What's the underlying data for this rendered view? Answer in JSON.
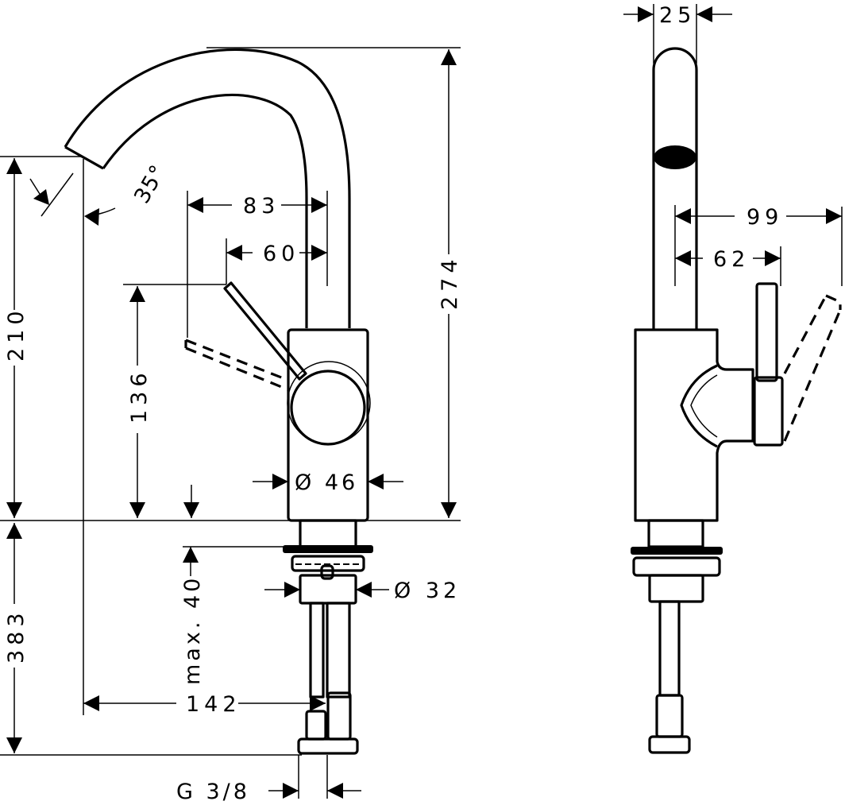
{
  "drawing": {
    "title": "Single-lever basin mixer dimension drawing",
    "colors": {
      "line": "#000000",
      "background": "#ffffff"
    },
    "units": "mm",
    "front_view": {
      "dimensions": {
        "total_height": "274",
        "spout_height": "210",
        "below_deck": "383",
        "lever_height": "136",
        "lever_reach_open": "83",
        "lever_reach": "60",
        "body_diameter": "Ø 46",
        "deck_thickness": "max. 40",
        "spout_reach": "142",
        "shank_diameter": "Ø 32",
        "connection": "G 3/8",
        "spout_angle": "35°"
      }
    },
    "side_view": {
      "dimensions": {
        "spout_width": "25",
        "lever_reach_open": "99",
        "lever_reach": "62"
      }
    }
  }
}
